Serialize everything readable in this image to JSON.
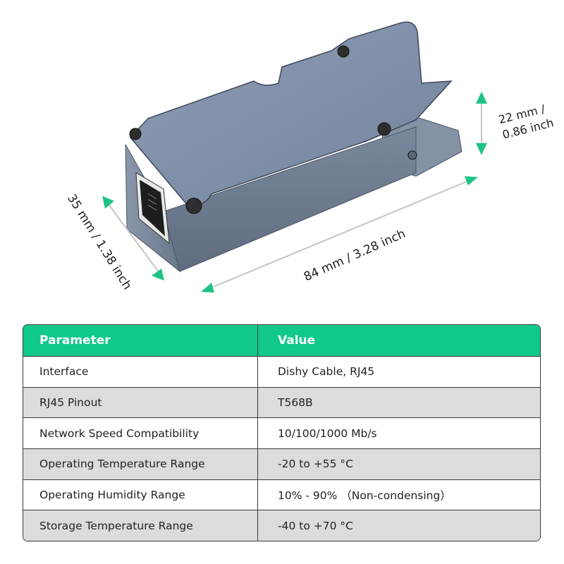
{
  "product": {
    "image_alt": "Aluminum enclosure adapter with RJ45 port",
    "dimensions": {
      "height": "22 mm / 0.86 inch",
      "height_line1": "22 mm /",
      "height_line2": "0.86 inch",
      "depth": "35 mm / 1.38 inch",
      "width": "84 mm / 3.28 inch"
    },
    "colors": {
      "accent_green": "#10c98a",
      "arrow_green": "#1fc383",
      "body_metal": "#7e8fa8"
    }
  },
  "spec_table": {
    "headers": {
      "parameter": "Parameter",
      "value": "Value"
    },
    "rows": [
      {
        "parameter": "Interface",
        "value": "Dishy Cable, RJ45"
      },
      {
        "parameter": "RJ45 Pinout",
        "value": "T568B"
      },
      {
        "parameter": "Network Speed Compatibility",
        "value": "10/100/1000 Mb/s"
      },
      {
        "parameter": "Operating Temperature Range",
        "value": "-20 to +55 °C"
      },
      {
        "parameter": "Operating Humidity Range",
        "value": "10%  - 90% （Non-condensing）"
      },
      {
        "parameter": "Storage Temperature Range",
        "value": "-40 to +70 °C"
      }
    ]
  }
}
